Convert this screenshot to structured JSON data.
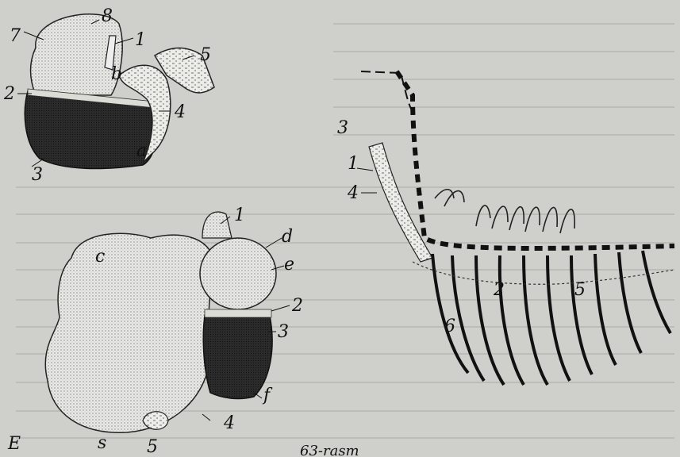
{
  "figures": {
    "top_left": {
      "labels": [
        "8",
        "7",
        "1",
        "b",
        "5",
        "2",
        "4",
        "3",
        "a"
      ]
    },
    "bottom_left": {
      "labels": [
        "1",
        "c",
        "d",
        "e",
        "2",
        "3",
        "f",
        "4",
        "5",
        "s",
        "E"
      ]
    },
    "right": {
      "labels": [
        "3",
        "1",
        "4",
        "2",
        "5",
        "6"
      ]
    }
  },
  "caption": "63-rasm"
}
